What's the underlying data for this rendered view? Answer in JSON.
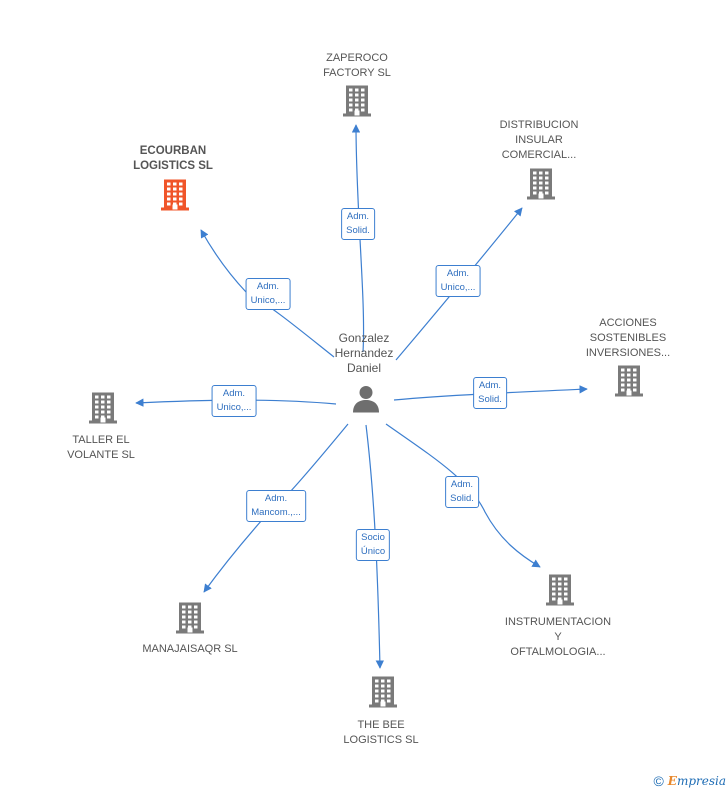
{
  "center": {
    "name_lines": [
      "Gonzalez",
      "Hernandez",
      "Daniel"
    ]
  },
  "companies": [
    {
      "id": "zaperoco",
      "lines": [
        "ZAPEROCO",
        "FACTORY  SL"
      ],
      "highlight": false,
      "relation": [
        "Adm.",
        "Solid."
      ]
    },
    {
      "id": "distribucion",
      "lines": [
        "DISTRIBUCION",
        "INSULAR",
        "COMERCIAL..."
      ],
      "highlight": false,
      "relation": [
        "Adm.",
        "Unico,..."
      ]
    },
    {
      "id": "acciones",
      "lines": [
        "ACCIONES",
        "SOSTENIBLES",
        "INVERSIONES..."
      ],
      "highlight": false,
      "relation": [
        "Adm.",
        "Solid."
      ]
    },
    {
      "id": "instrumentacion",
      "lines": [
        "INSTRUMENTACION",
        "Y",
        "OFTALMOLOGIA..."
      ],
      "highlight": false,
      "relation": [
        "Adm.",
        "Solid."
      ]
    },
    {
      "id": "thebee",
      "lines": [
        "THE BEE",
        "LOGISTICS  SL"
      ],
      "highlight": false,
      "relation": [
        "Socio",
        "Único"
      ]
    },
    {
      "id": "manajaisaqr",
      "lines": [
        "MANAJAISAQR SL"
      ],
      "highlight": false,
      "relation": [
        "Adm.",
        "Mancom.,..."
      ]
    },
    {
      "id": "taller",
      "lines": [
        "TALLER EL",
        "VOLANTE  SL"
      ],
      "highlight": false,
      "relation": [
        "Adm.",
        "Unico,..."
      ]
    },
    {
      "id": "ecourban",
      "lines": [
        "ECOURBAN",
        "LOGISTICS  SL"
      ],
      "highlight": true,
      "relation": [
        "Adm.",
        "Unico,..."
      ]
    }
  ],
  "colors": {
    "building": "#7a7a7a",
    "building_highlight": "#f0552a",
    "edge": "#3d7fd0",
    "person": "#6e6e6e"
  },
  "footer": {
    "copyright": "©",
    "brand_first": "E",
    "brand_rest": "mpresia"
  }
}
